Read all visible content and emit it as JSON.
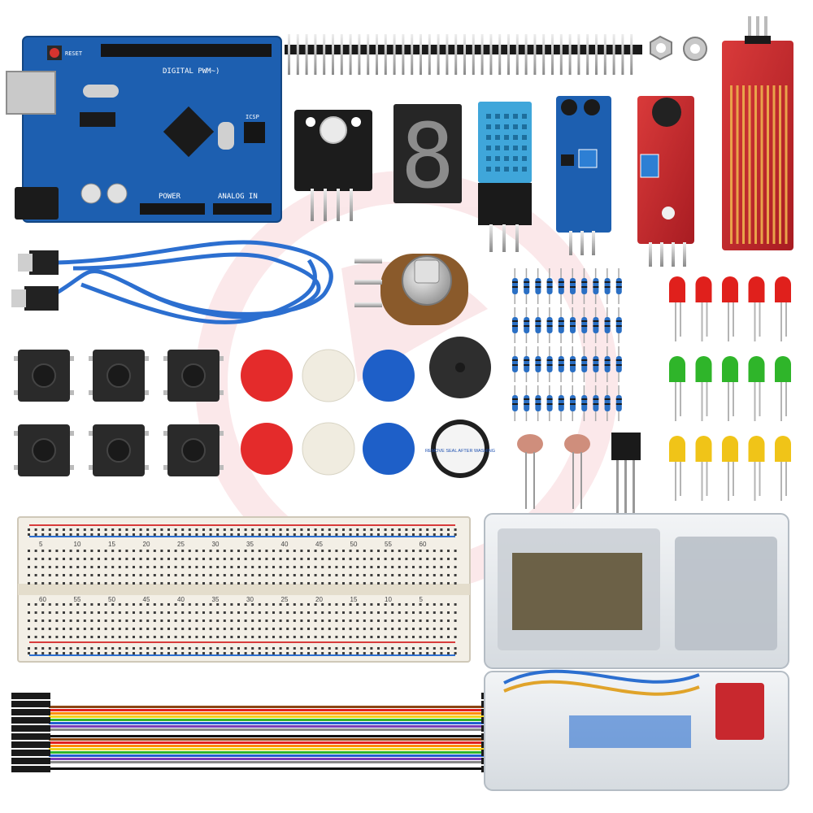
{
  "arduino": {
    "digital_label": "DIGITAL PWM~)",
    "power_label": "POWER",
    "analog_label": "ANALOG IN",
    "reset_label": "RESET",
    "icsp_label": "ICSP"
  },
  "seven_segment": {
    "digit": "8"
  },
  "buzzer": {
    "sticker_text": "REMOVE SEAL AFTER WASHING"
  },
  "breadboard": {
    "top_numbers": [
      "5",
      "10",
      "15",
      "20",
      "25",
      "30",
      "35",
      "40",
      "45",
      "50",
      "55",
      "60"
    ],
    "bottom_numbers": [
      "60",
      "55",
      "50",
      "45",
      "40",
      "35",
      "30",
      "25",
      "20",
      "15",
      "10",
      "5"
    ]
  },
  "colors": {
    "pcb_blue": "#1d5fb0",
    "module_red": "#c8282e",
    "led_red": "#e0201c",
    "led_green": "#2fb52a",
    "led_yellow": "#f0c418",
    "watermark": "#f7d5d8"
  }
}
